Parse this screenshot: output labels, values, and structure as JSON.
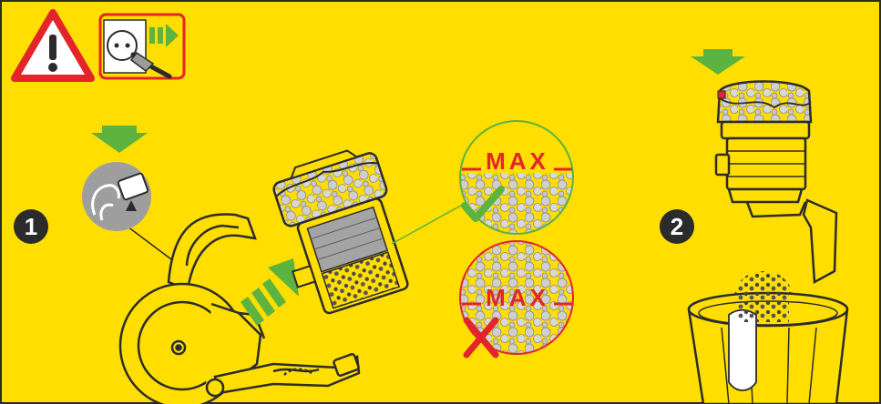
{
  "colors": {
    "background": "#ffde00",
    "border": "#2b2b2b",
    "warning_red": "#e4242b",
    "arrow_green": "#5cb33f",
    "check_green": "#5cb33f",
    "cross_red": "#e4242b",
    "dust_gray": "#bcbcbc",
    "outline": "#2b2b2b"
  },
  "icons": {
    "warning": "warning-triangle-icon",
    "unplug": "unplug-power-icon",
    "release": "release-button-icon",
    "check": "check-icon",
    "cross": "cross-icon"
  },
  "steps": {
    "one": "1",
    "two": "2"
  },
  "bin_levels": {
    "ok": {
      "label": "MAX",
      "status": "check"
    },
    "overfull": {
      "label": "MAX",
      "status": "cross"
    }
  }
}
